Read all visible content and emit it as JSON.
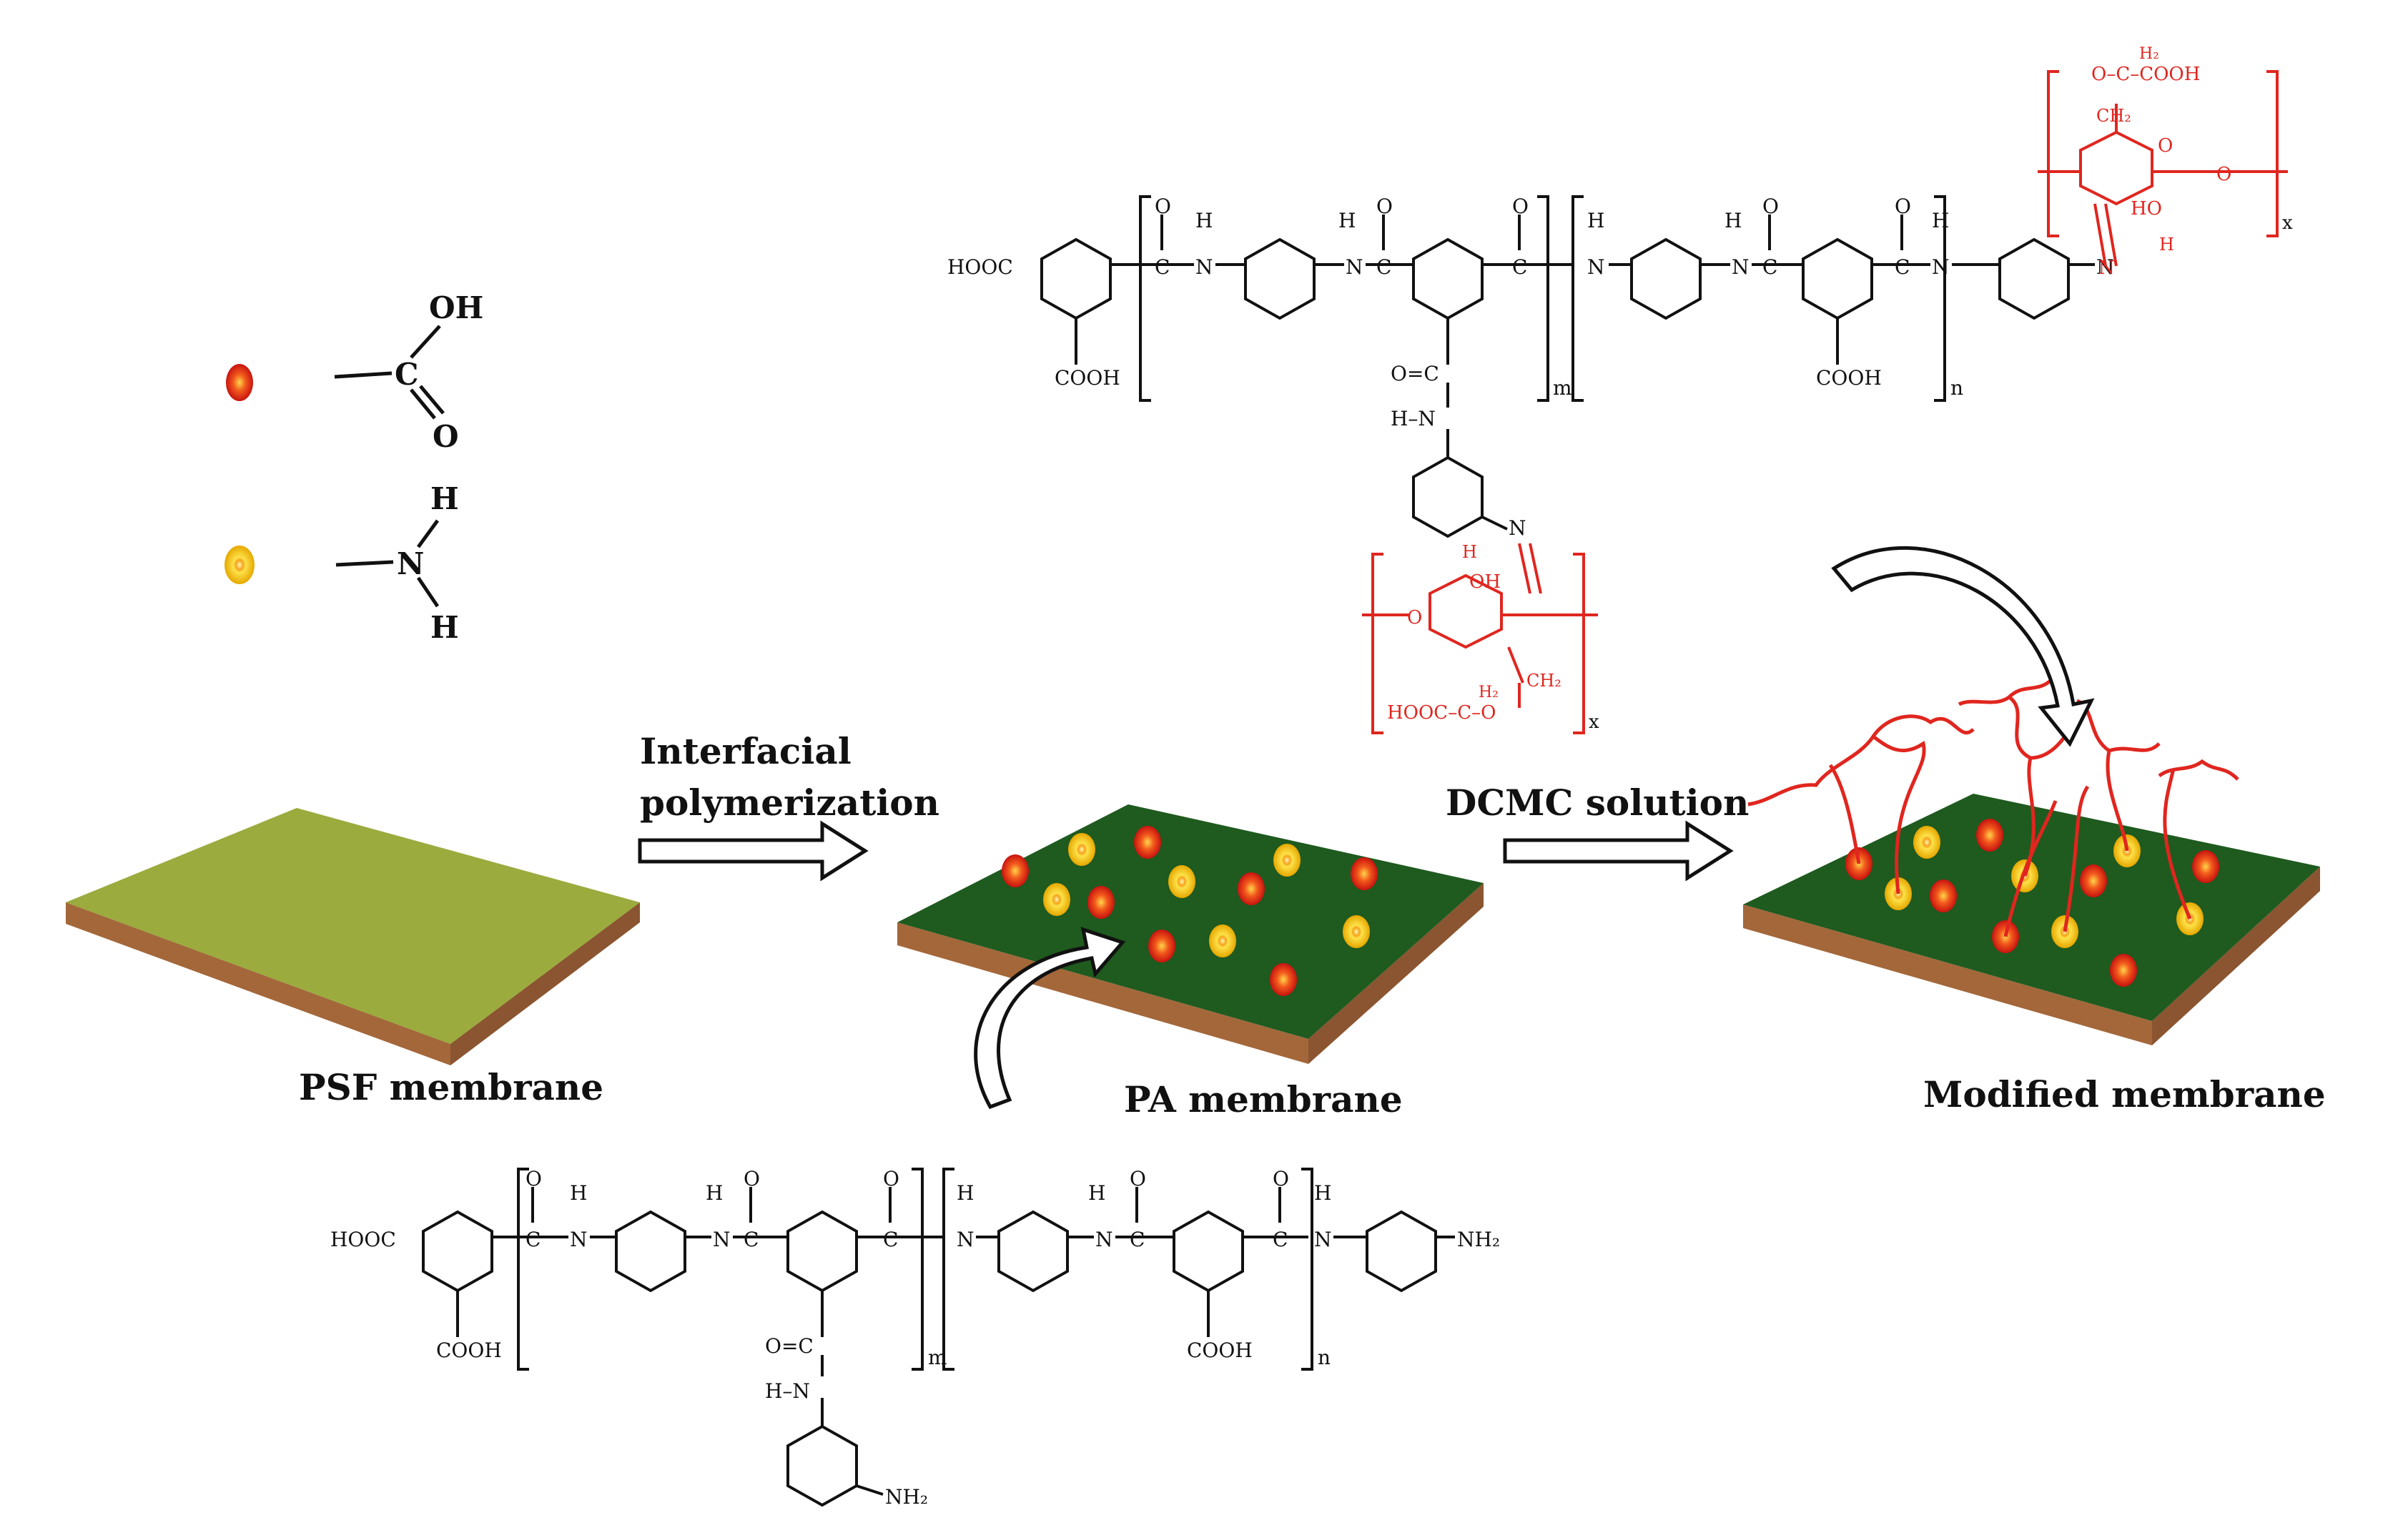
{
  "labels": {
    "interfacial": "Interfacial",
    "polymerization": "polymerization",
    "dcmc": "DCMC solution",
    "psf": "PSF membrane",
    "pa": "PA  membrane",
    "modified": "Modified  membrane"
  },
  "legend": {
    "oh": "OH",
    "o": "O",
    "c": "C",
    "n": "N",
    "h1": "H",
    "h2": "H"
  },
  "chem": {
    "hooc": "HOOC",
    "cooh": "COOH",
    "h": "H",
    "o": "O",
    "c": "C",
    "n": "N",
    "m": "m",
    "nsub": "n",
    "x": "x",
    "nh2": "NH₂",
    "h2": "H₂",
    "ch2": "CH₂",
    "ho": "HO",
    "oh": "OH",
    "eqO": "O=C",
    "hN": "H–N",
    "ocooh": "O–C–COOH",
    "hoocco": "HOOC–C–O"
  },
  "colors": {
    "carboxyl_dot": "#e8231b",
    "amine_dot": "#f4b400",
    "psf_top": "#9bab3e",
    "pa_top": "#1f5a1f",
    "base_side": "#a3673a",
    "dcmc_chain": "#e0261f"
  }
}
